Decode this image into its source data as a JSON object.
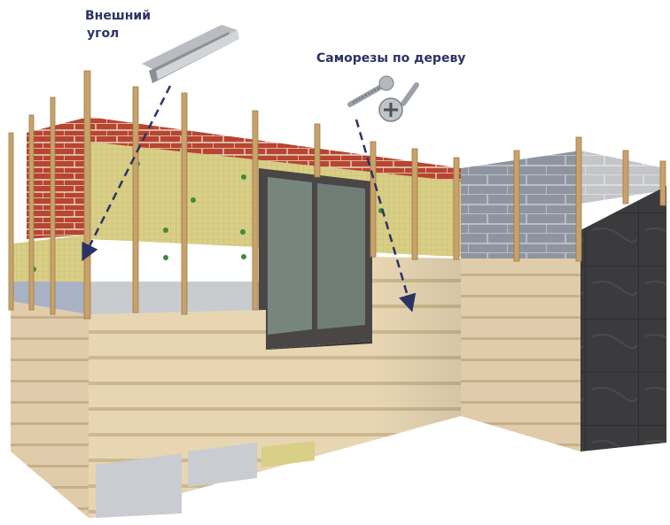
{
  "annotations": {
    "corner_label_line1": "Внешний",
    "corner_label_line2": "угол",
    "screws_label": "Саморезы по дереву"
  },
  "colors": {
    "label_text": "#2b3366",
    "arrow": "#2b3366",
    "brick": "#b8452f",
    "insulation": "#d9cf86",
    "siding": "#e8d6b3",
    "block": "#8f95a0",
    "dark_panel": "#3b3b3d",
    "wood_batten": "#c8a26a",
    "window_frame": "#4a4645",
    "window_glass": "#77857f"
  },
  "icons": [
    "corner-profile-icon",
    "wood-screw-icon",
    "phillips-screw-head-icon",
    "dashed-arrow-icon"
  ]
}
